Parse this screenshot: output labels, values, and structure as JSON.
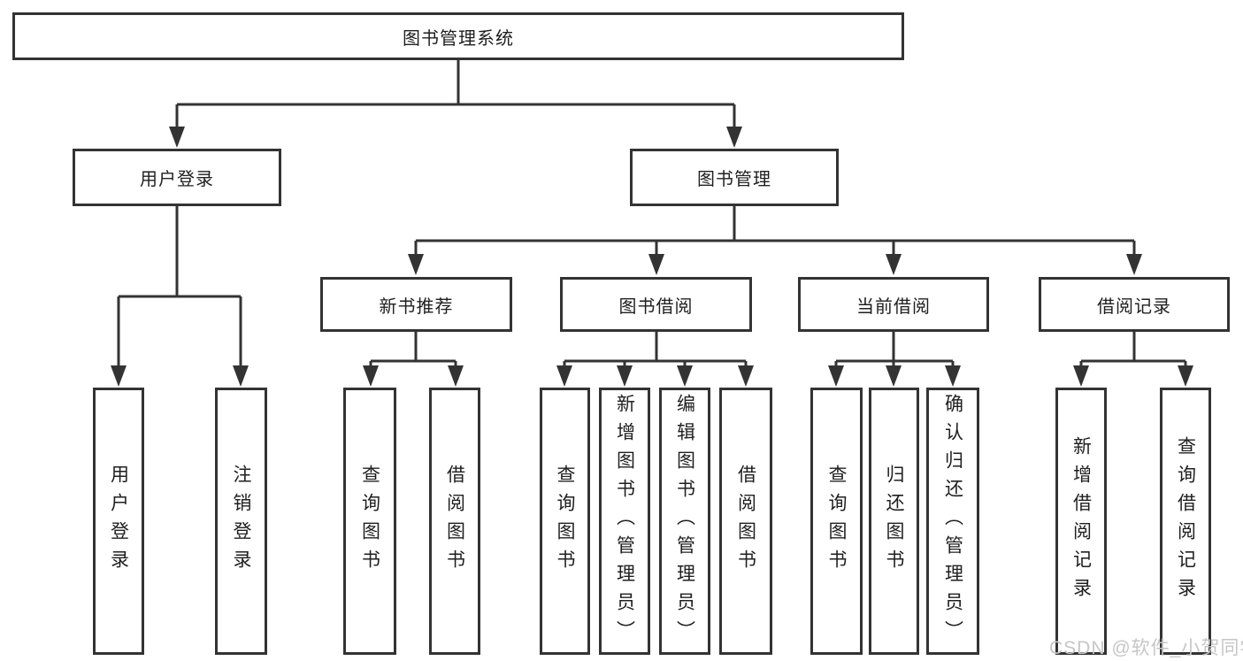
{
  "diagram": {
    "root": "图书管理系统",
    "level2": [
      "用户登录",
      "图书管理"
    ],
    "level3": [
      "新书推荐",
      "图书借阅",
      "当前借阅",
      "借阅记录"
    ],
    "leaves": [
      "用户登录",
      "注销登录",
      "查询图书",
      "借阅图书",
      "查询图书",
      "新增图书（管理员）",
      "编辑图书（管理员）",
      "借阅图书",
      "查询图书",
      "归还图书",
      "确认归还（管理员）",
      "新增借阅记录",
      "查询借阅记录"
    ]
  },
  "watermark": "CSDN @软件_小贺同学",
  "colors": {
    "line": "#333333",
    "box_border": "#333333",
    "text": "#1f1f1f",
    "watermark": "#c6c6c6",
    "background": "#ffffff"
  }
}
